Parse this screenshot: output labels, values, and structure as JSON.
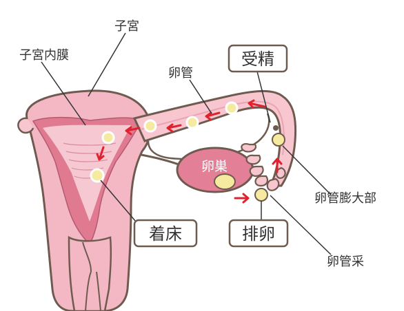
{
  "labels": {
    "uterus": "子宮",
    "endometrium": "子宮内膜",
    "fallopian_tube": "卵管",
    "ampulla": "卵管膨大部",
    "fimbriae": "卵管采",
    "ovary": "卵巣"
  },
  "stages": {
    "fertilization": "受精",
    "implantation": "着床",
    "ovulation": "排卵"
  },
  "colors": {
    "outline": "#6e5a4f",
    "tube_pink": "#f7c6cf",
    "uterus_wall": "#f3b8c4",
    "endometrium": "#e07a91",
    "ovary": "#e37f96",
    "egg_fill": "#f5eaa0",
    "egg_ring": "#ffffff",
    "arrow_red": "#e0222f",
    "leader_line": "#333333"
  }
}
